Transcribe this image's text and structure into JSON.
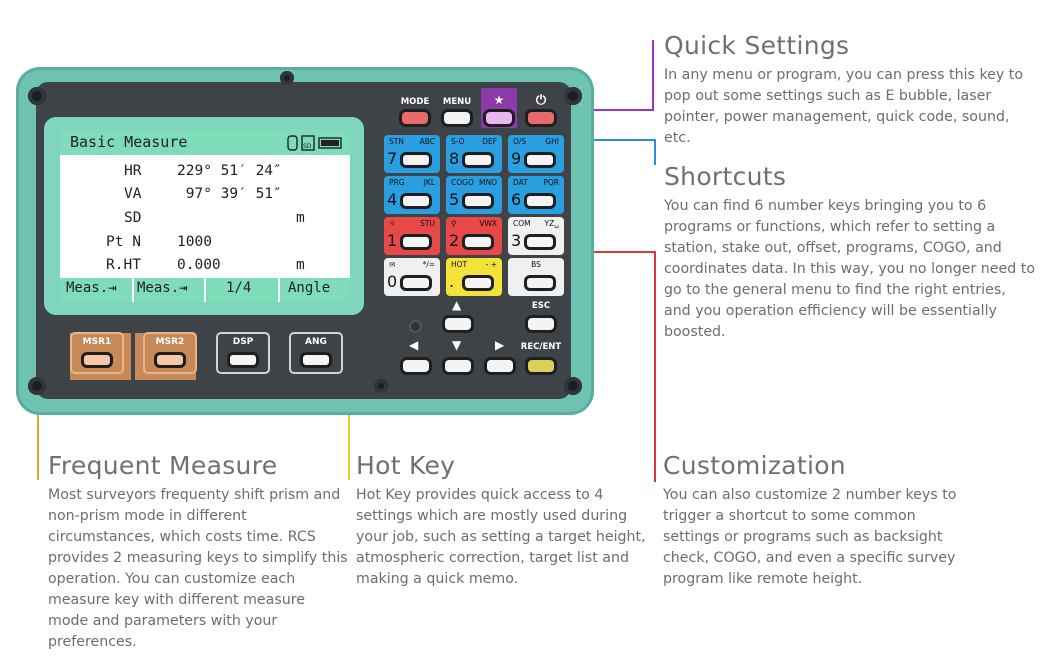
{
  "device": {
    "screen": {
      "title": "Basic Measure",
      "rows": [
        {
          "label": "HR",
          "value": "229° 51′ 24″",
          "unit": ""
        },
        {
          "label": "VA",
          "value": " 97° 39′ 51″",
          "unit": ""
        },
        {
          "label": "SD",
          "value": "",
          "unit": "m"
        },
        {
          "label": "Pt N",
          "value": "1000",
          "unit": ""
        },
        {
          "label": "R.HT",
          "value": "0.000",
          "unit": "m"
        }
      ],
      "softkeys": [
        "Meas.⇥",
        "Meas.⇥",
        "1/4",
        "Angle"
      ]
    },
    "top_keys": [
      "MODE",
      "MENU",
      "★",
      "⏻"
    ],
    "number_keys": [
      {
        "digit": "7",
        "tl": "STN",
        "tr": "ABC",
        "color": "#2a9fe0"
      },
      {
        "digit": "8",
        "tl": "S-O",
        "tr": "DEF",
        "color": "#2a9fe0"
      },
      {
        "digit": "9",
        "tl": "O/S",
        "tr": "GHI",
        "color": "#2a9fe0"
      },
      {
        "digit": "4",
        "tl": "PRG",
        "tr": "JKL",
        "color": "#2a9fe0"
      },
      {
        "digit": "5",
        "tl": "COGO",
        "tr": "MNO",
        "color": "#2a9fe0"
      },
      {
        "digit": "6",
        "tl": "DAT",
        "tr": "PQR",
        "color": "#2a9fe0"
      },
      {
        "digit": "1",
        "tl": "☼",
        "tr": "STU",
        "color": "#e84848"
      },
      {
        "digit": "2",
        "tl": "⚲",
        "tr": "VWX",
        "color": "#e84848"
      },
      {
        "digit": "3",
        "tl": "COM",
        "tr": "YZ␣",
        "color": "#f0f0f0"
      },
      {
        "digit": "0",
        "tl": "✉",
        "tr": "*/=",
        "color": "#f0f0f0"
      },
      {
        "digit": ".",
        "tl": "HOT",
        "tr": "- +",
        "color": "#f3e23a"
      },
      {
        "digit": "",
        "tl": "BS",
        "tr": "",
        "color": "#f0f0f0"
      }
    ],
    "bottom_keys": [
      "MSR1",
      "MSR2",
      "DSP",
      "ANG"
    ],
    "right_keys": [
      "ESC",
      "REC/ENT"
    ],
    "arrows": [
      "▲",
      "◀",
      "▼",
      "▶"
    ]
  },
  "annotations": {
    "quick_settings": {
      "title": "Quick Settings",
      "body": "In any menu or program, you can press this key to pop out some settings such as E bubble, laser pointer, power management, quick code, sound, etc.",
      "color": "#9b35c8"
    },
    "shortcuts": {
      "title": "Shortcuts",
      "body": "You can find 6 number keys bringing you to 6 programs or functions, which refer to setting a station, stake out, offset, programs, COGO, and coordinates data. In this way, you no longer need to go to the general menu to find the right entries, and you operation efficiency will be essentially boosted.",
      "color": "#2f8de0"
    },
    "frequent_measure": {
      "title": "Frequent Measure",
      "body": "Most surveyors frequenty shift prism and non-prism mode in different circumstances, which costs time. RCS provides 2 measuring keys to simplify this operation. You can customize each measure key with different measure mode and parameters with your preferences.",
      "color": "#f0a033"
    },
    "hot_key": {
      "title": "Hot Key",
      "body": "Hot Key provides quick access to 4 settings which are mostly used during your job, such as setting a target height, atmospheric correction, target list and making a quick memo.",
      "color": "#e6d42a"
    },
    "customization": {
      "title": "Customization",
      "body": "You can also customize 2 number keys to trigger a shortcut to some common settings or programs such as backsight check, COGO, and even a specific survey program like remote height.",
      "color": "#e23636"
    }
  }
}
